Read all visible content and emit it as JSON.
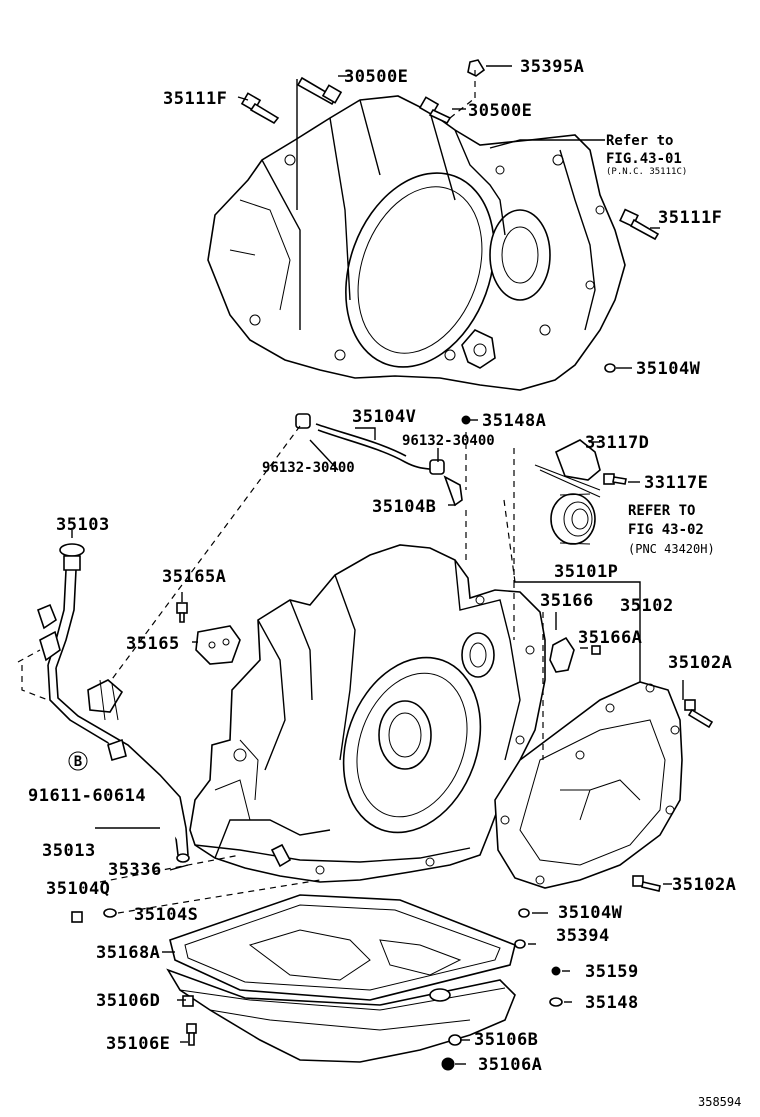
{
  "labels": {
    "l30500e_top": "30500E",
    "l35395a": "35395A",
    "l35111f_left": "35111F",
    "l30500e_mid": "30500E",
    "l35111f_right": "35111F",
    "l35104w_top": "35104W",
    "l35104v": "35104V",
    "l35148a": "35148A",
    "l96132_left": "96132-30400",
    "l96132_right": "96132-30400",
    "l33117d": "33117D",
    "l33117e": "33117E",
    "l35104b": "35104B",
    "l35103": "35103",
    "l35101p": "35101P",
    "l35165a": "35165A",
    "l35166": "35166",
    "l35102": "35102",
    "l35165": "35165",
    "l35166a": "35166A",
    "l35102a_top": "35102A",
    "l91611": "91611-60614",
    "l35013": "35013",
    "l35336": "35336",
    "l35102a_bot": "35102A",
    "l35104q": "35104Q",
    "l35104s": "35104S",
    "l35104w_bot": "35104W",
    "l35394": "35394",
    "l35168a": "35168A",
    "l35159": "35159",
    "l35106d": "35106D",
    "l35148": "35148",
    "l35106b": "35106B",
    "l35106e": "35106E",
    "l35106a": "35106A",
    "circle_b": "B",
    "figure_id": "358594"
  },
  "refs": {
    "ref1_line1": "Refer to",
    "ref1_line2": "FIG.43-01",
    "ref1_line3": "(P.N.C. 35111C)",
    "ref2_line1": "REFER TO",
    "ref2_line2": "FIG 43-02",
    "ref2_line3": "(PNC 43420H)"
  }
}
